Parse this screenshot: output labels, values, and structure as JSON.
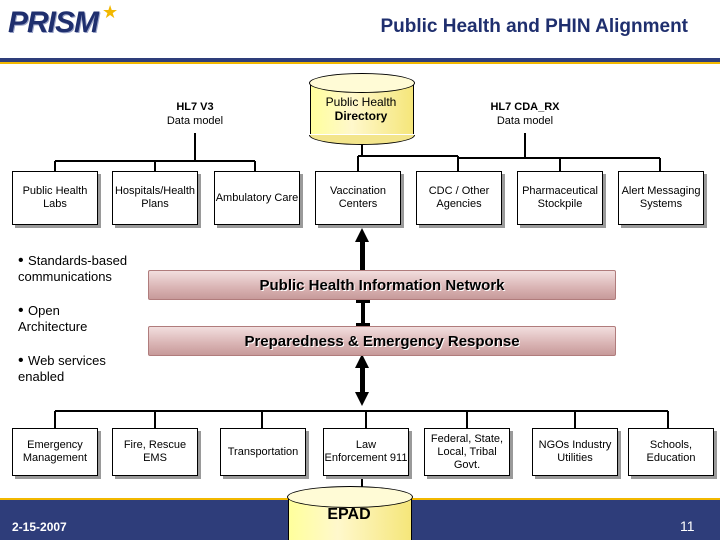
{
  "header": {
    "logo_text": "PRISM",
    "logo_star": "★",
    "title": "Public Health and PHIN Alignment"
  },
  "top_labels": {
    "hl7v3": {
      "line1": "HL7 V3",
      "line2": "Data model"
    },
    "directory": {
      "line1": "Public Health",
      "line2": "Directory"
    },
    "cda": {
      "line1": "HL7 CDA_RX",
      "line2": "Data model"
    }
  },
  "top_boxes": [
    "Public Health Labs",
    "Hospitals/Health Plans",
    "Ambulatory Care",
    "Vaccination Centers",
    "CDC / Other Agencies",
    "Pharmaceutical Stockpile",
    "Alert Messaging Systems"
  ],
  "bullets": [
    "Standards-based communications",
    "Open Architecture",
    "Web services enabled"
  ],
  "bands": {
    "phin": "Public Health Information Network",
    "prep": "Preparedness & Emergency Response"
  },
  "bottom_boxes": [
    "Emergency Management",
    "Fire, Rescue EMS",
    "Transportation",
    "Law Enforcement 911",
    "Federal, State, Local, Tribal Govt.",
    "NGOs Industry Utilities",
    "Schools, Education"
  ],
  "epad": "EPAD",
  "footer": {
    "date": "2-15-2007",
    "page": "11"
  }
}
